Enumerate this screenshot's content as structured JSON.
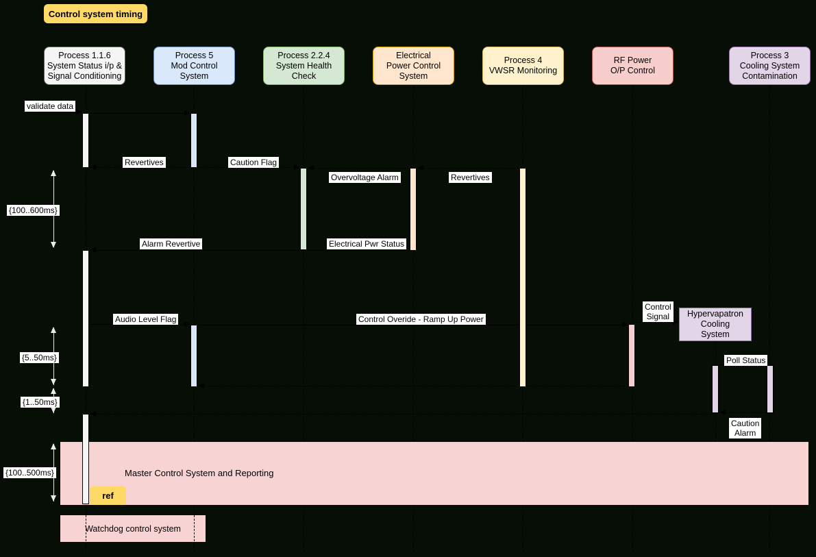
{
  "title": "Control system timing",
  "participants": [
    {
      "label": "Process 1.1.6\nSystem Status i/p &\nSignal Conditioning",
      "fill": "#f5f5f5",
      "stroke": "#666666"
    },
    {
      "label": "Process 5\nMod Control\nSystem",
      "fill": "#dae8fc",
      "stroke": "#6c8ebf"
    },
    {
      "label": "Process 2.2.4\nSystem Health\nCheck",
      "fill": "#d5e8d4",
      "stroke": "#82b366"
    },
    {
      "label": "Electrical\nPower Control\nSystem",
      "fill": "#ffe6cc",
      "stroke": "#d79b00"
    },
    {
      "label": "Process 4\nVWSR Monitoring",
      "fill": "#fff2cc",
      "stroke": "#d6b656"
    },
    {
      "label": "RF Power\nO/P Control",
      "fill": "#f8cecc",
      "stroke": "#b85450"
    },
    {
      "label": "Process 3\nCooling System\nContamination",
      "fill": "#e1d5e7",
      "stroke": "#9673a6"
    }
  ],
  "dynamic_participant": {
    "label": "Hypervapatron\nCooling\nSystem",
    "fill": "#e1d5e7",
    "stroke": "#9673a6"
  },
  "messages": [
    {
      "label": "validate data",
      "from": "external",
      "to": "Process 1.1.6",
      "style": "solid"
    },
    {
      "label": "",
      "from": "Process 1.1.6",
      "to": "Process 5",
      "style": "solid"
    },
    {
      "label": "Revertives",
      "from": "Process 5",
      "to": "Process 1.1.6",
      "style": "dashed"
    },
    {
      "label": "Caution Flag",
      "from": "Process 5",
      "to": "Process 2.2.4",
      "style": "dashed"
    },
    {
      "label": "Overvoltage Alarm",
      "from": "Electrical Power Control System",
      "to": "Process 2.2.4",
      "style": "dashed"
    },
    {
      "label": "Revertives",
      "from": "Process 4",
      "to": "Electrical Power Control System",
      "style": "dashed"
    },
    {
      "label": "Alarm Revertive",
      "from": "Electrical Power Control System",
      "to": "Process 1.1.6",
      "style": "solid"
    },
    {
      "label": "Electrical Pwr Status",
      "from": "Electrical Power Control System",
      "to": "Process 2.2.4",
      "style": "solid"
    },
    {
      "label": "Audio Level Flag",
      "from": "Process 1.1.6",
      "to": "Process 5",
      "style": "solid"
    },
    {
      "label": "Control Overide - Ramp Up Power",
      "from": "Process 5",
      "to": "RF Power O/P Control",
      "style": "solid"
    },
    {
      "label": "Control\nSignal",
      "from": "RF Power O/P Control",
      "to": "Hypervapatron Cooling System",
      "style": "dashed"
    },
    {
      "label": "Poll Status",
      "from": "Hypervapatron Cooling System",
      "to": "Process 3",
      "style": "solid"
    },
    {
      "label": "",
      "from": "RF Power O/P Control",
      "to": "Process 5",
      "style": "dashed"
    },
    {
      "label": "Caution\nAlarm",
      "from": "Process 3",
      "to": "Hypervapatron Cooling System",
      "style": "dashed"
    },
    {
      "label": "",
      "from": "Hypervapatron Cooling System",
      "to": "Process 1.1.6",
      "style": "dashed"
    }
  ],
  "timing_constraints": [
    {
      "label": "{100..600ms}"
    },
    {
      "label": "{5..50ms}"
    },
    {
      "label": "{1..50ms}"
    },
    {
      "label": "{100..500ms}"
    }
  ],
  "fragments": {
    "master_band": "Master Control System and Reporting",
    "ref_label": "ref",
    "watchdog": "Watchdog control system"
  },
  "colors": {
    "background": "#060e06",
    "band_fill": "#f8d3d3",
    "title_fill": "#ffd966",
    "ref_fill": "#ffd966",
    "label_background": "#ffffff",
    "message_line": "#000000",
    "timing_arrow": "#ececec"
  }
}
